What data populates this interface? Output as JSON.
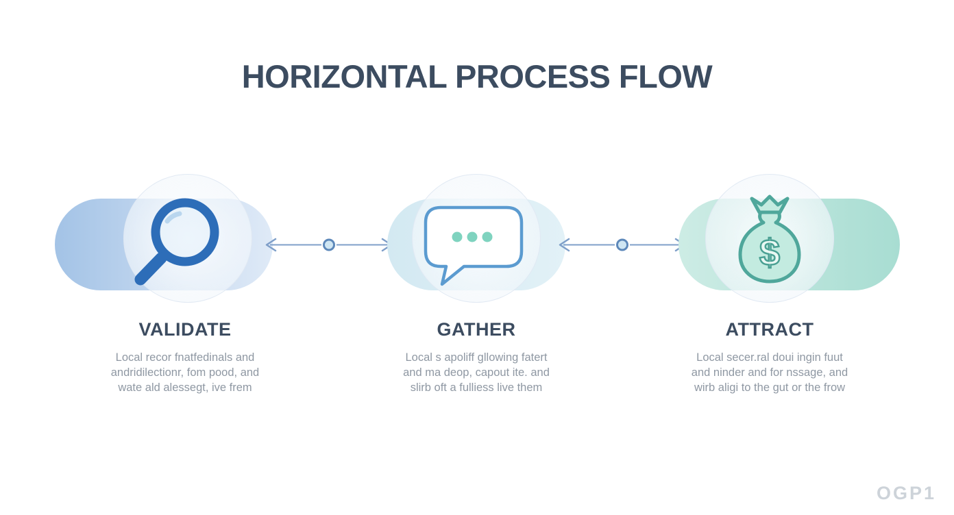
{
  "title": "HORIZONTAL PROCESS FLOW",
  "steps": [
    {
      "label": "VALIDATE",
      "icon": "magnifying-glass-icon",
      "lines": [
        "Local recor fnatfedinals and",
        "andridilectionr, fom pood, and",
        "wate ald alessegt, ive frem"
      ]
    },
    {
      "label": "GATHER",
      "icon": "speech-bubble-icon",
      "lines": [
        "Local s apoliff gllowing fatert",
        "and ma deop, capout ite. and",
        "slirb oft a fulliess live them"
      ]
    },
    {
      "label": "ATTRACT",
      "icon": "money-bag-icon",
      "lines": [
        "Local secer.ral doui ingin fuut",
        "and ninder and for nssage, and",
        "wirb aligi to the gut or the frow"
      ]
    }
  ],
  "connectors": [
    {
      "between": "VALIDATE and GATHER",
      "style": "double-headed-arrow-with-node"
    },
    {
      "between": "GATHER and ATTRACT",
      "style": "double-headed-arrow-with-node"
    }
  ],
  "watermark": "OGP1",
  "colors": {
    "title_text": "#3c4c60",
    "validate_pill": "#a3c3e6",
    "gather_pill": "#d8ecf3",
    "attract_pill": "#a8ddd2",
    "magnifier_blue": "#2d6db8",
    "bubble_outline": "#5b9bd0",
    "bubble_dots_teal": "#7fd3bf",
    "money_bag_teal": "#4fa79b",
    "connector_blue": "#7f9fc9",
    "label_text": "#3c4c60",
    "description_text": "#8f98a3",
    "watermark_text": "#cdd3d9"
  }
}
